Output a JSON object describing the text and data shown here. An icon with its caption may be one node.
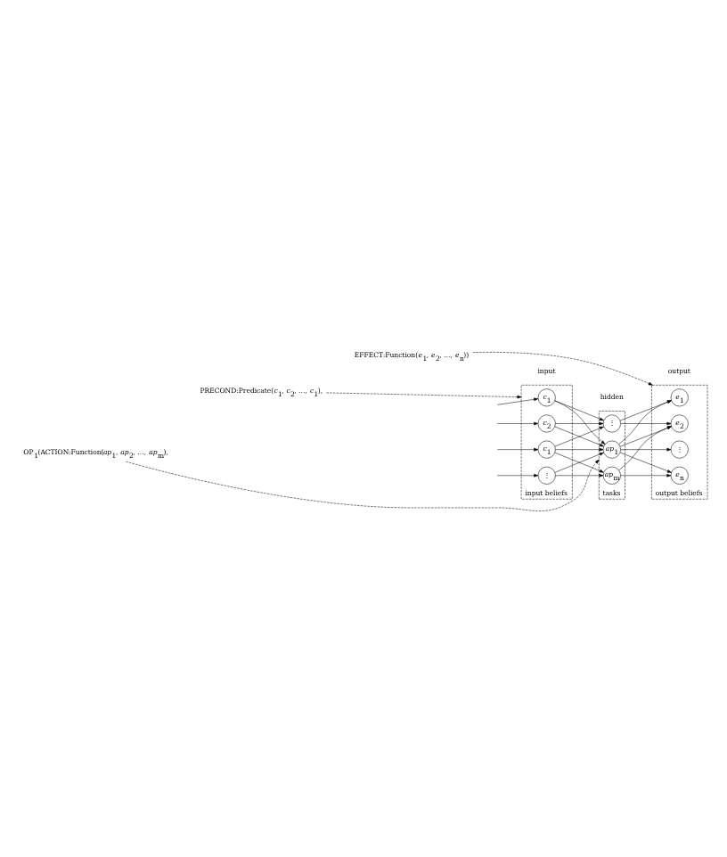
{
  "diagram": {
    "nodes": [
      {
        "text": [
          "OP$_{1}$(ACTION:Function(*ap*$_{1}$, *ap*$_{2}$, …, *ap*$_{m}$),"
        ]
      },
      {
        "text": [
          "PRECOND:Predicate(*c*$_{1}$, *c*$_{2}$, …, *c*$_{1}$),"
        ]
      },
      {
        "text": [
          "EFFECT:Function(*e*$_{1}$, *e*$_{2}$, …, *e*$_{n}$))"
        ]
      },
      {
        "text": [
          "input",
          "input beliefs"
        ]
      },
      {
        "text": [
          "*c*$_{1}$"
        ],
        "in": 3
      },
      {
        "text": [
          "*c*$_{2}$"
        ],
        "in": 3
      },
      {
        "text": [
          "⋮"
        ],
        "in": 3
      },
      {
        "text": [
          "*c*$_{1}$"
        ],
        "in": 3
      },
      {
        "text": [
          "hidden",
          "tasks"
        ]
      },
      {
        "text": [
          "*ap*$_{1}$"
        ],
        "in": 8
      },
      {
        "text": [
          "⋮"
        ],
        "in": 8
      },
      {
        "text": [
          "*ap*$_{m}$"
        ],
        "in": 8
      },
      {
        "text": [
          "output",
          "output beliefs"
        ]
      },
      {
        "text": [
          "*e*$_{1}$"
        ],
        "in": 12
      },
      {
        "text": [
          "*e*$_{2}$"
        ],
        "in": 12
      },
      {
        "text": [
          "⋮"
        ],
        "in": 12
      },
      {
        "text": [
          "*e*$_{n}$"
        ],
        "in": 12
      }
    ],
    "edges": [
      {
        "from": 0,
        "to": 8,
        "arrow": "to",
        "style": "dashed"
      },
      {
        "from": 1,
        "to": 3,
        "arrow": "to",
        "style": "dashed"
      },
      {
        "from": 2,
        "to": 12,
        "arrow": "to",
        "style": "dashed"
      },
      {
        "from": null,
        "to": 4,
        "arrow": "to"
      },
      {
        "from": null,
        "to": 5,
        "arrow": "to"
      },
      {
        "from": null,
        "to": 6,
        "arrow": "to"
      },
      {
        "from": null,
        "to": 7,
        "arrow": "to"
      },
      {
        "from": 4,
        "to": 9,
        "arrow": "to"
      },
      {
        "from": 4,
        "to": 10,
        "arrow": "to"
      },
      {
        "from": 5,
        "to": 9,
        "arrow": "to"
      },
      {
        "from": 5,
        "to": 10,
        "arrow": "to"
      },
      {
        "from": 6,
        "to": 9,
        "arrow": "to"
      },
      {
        "from": 6,
        "to": 11,
        "arrow": "to"
      },
      {
        "from": 7,
        "to": 9,
        "arrow": "to"
      },
      {
        "from": 7,
        "to": 10,
        "arrow": "to"
      },
      {
        "from": 7,
        "to": 11,
        "arrow": "to"
      },
      {
        "from": 9,
        "to": 13,
        "arrow": "to"
      },
      {
        "from": 9,
        "to": 14,
        "arrow": "to"
      },
      {
        "from": 9,
        "to": 15,
        "arrow": "to"
      },
      {
        "from": 9,
        "to": 16,
        "arrow": "to"
      },
      {
        "from": 10,
        "to": 13,
        "arrow": "to"
      },
      {
        "from": 10,
        "to": 14,
        "arrow": "to"
      },
      {
        "from": 11,
        "to": 14,
        "arrow": "to"
      },
      {
        "from": 11,
        "to": 16,
        "arrow": "to"
      }
    ]
  }
}
